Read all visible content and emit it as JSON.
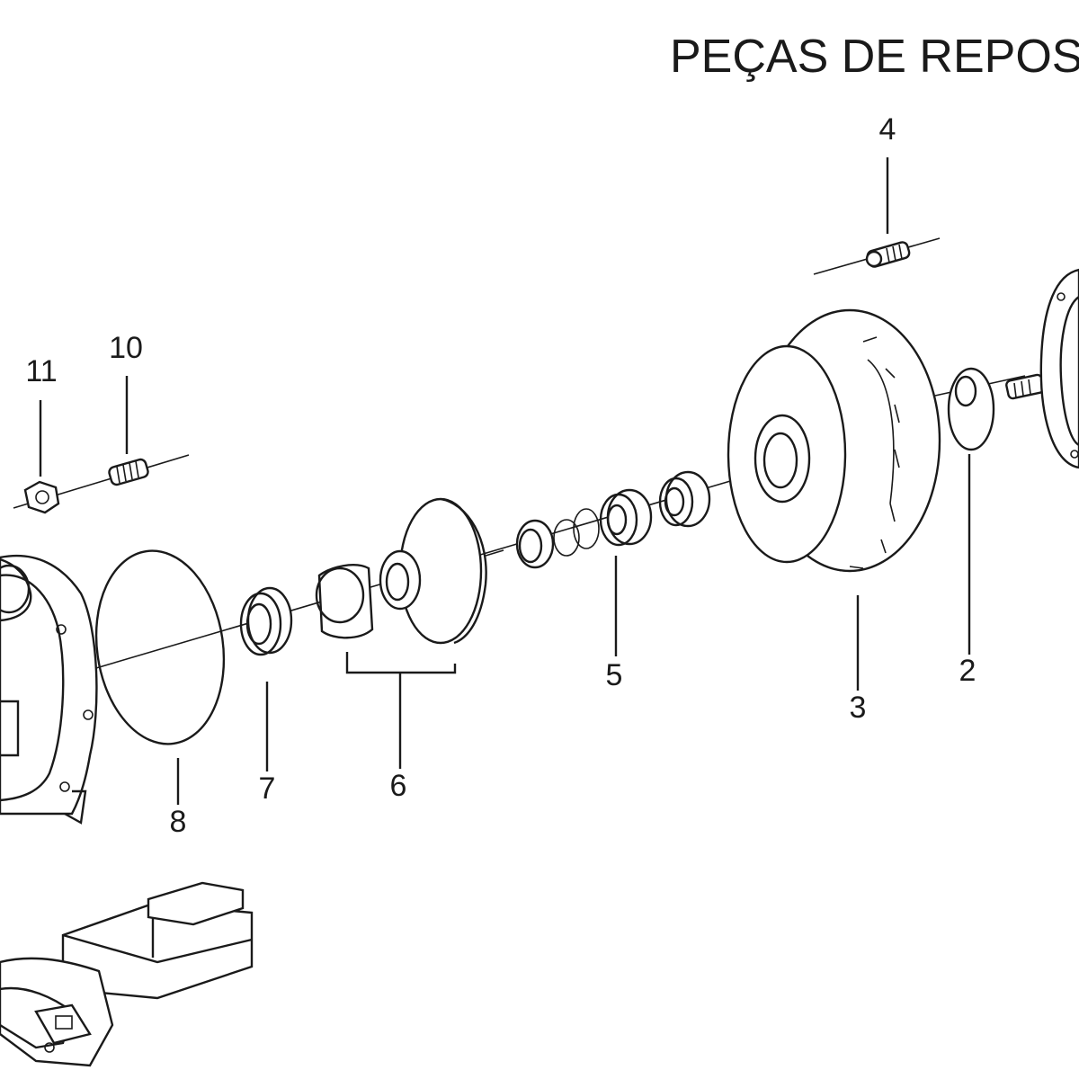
{
  "title": "PEÇAS DE REPOSIÇ",
  "callouts": {
    "c2": "2",
    "c3": "3",
    "c4": "4",
    "c5": "5",
    "c6": "6",
    "c7": "7",
    "c8": "8",
    "c10": "10",
    "c11": "11"
  }
}
